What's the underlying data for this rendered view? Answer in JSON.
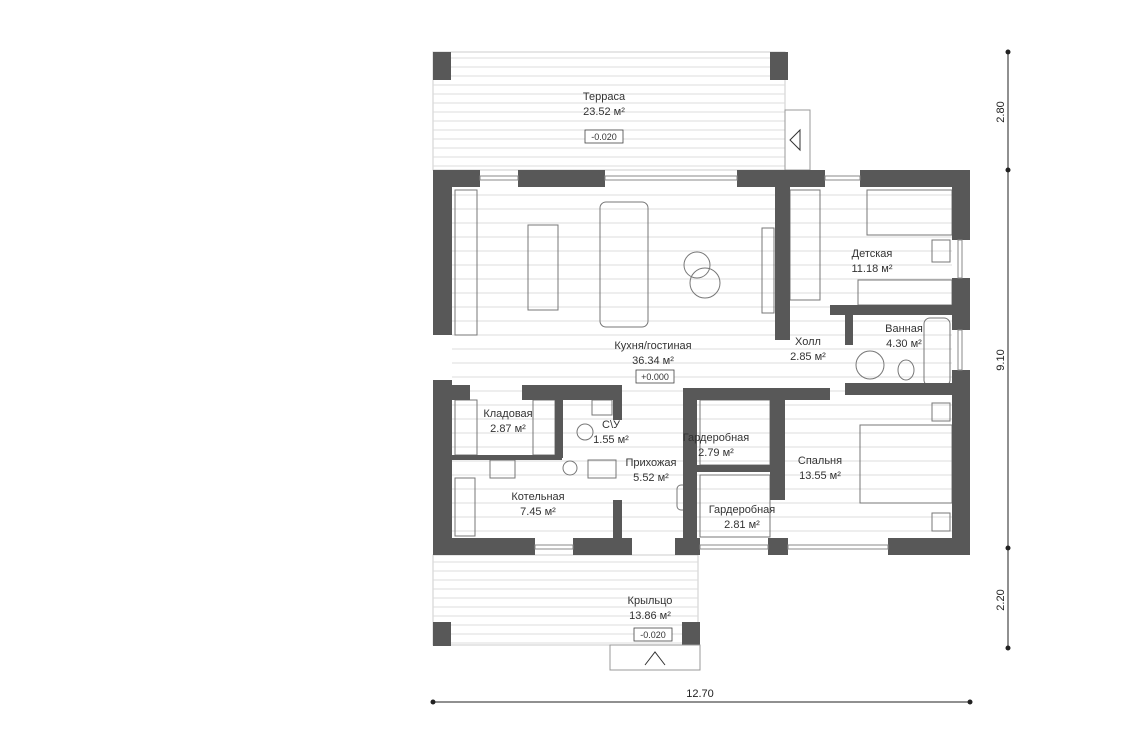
{
  "rooms": {
    "terrace": {
      "name": "Терраса",
      "area": "23.52 м²",
      "level": "-0.020"
    },
    "kitchen_living": {
      "name": "Кухня/гостиная",
      "area": "36.34 м²",
      "level": "+0.000"
    },
    "kids": {
      "name": "Детская",
      "area": "11.18 м²"
    },
    "hall": {
      "name": "Холл",
      "area": "2.85 м²"
    },
    "bathroom": {
      "name": "Ванная",
      "area": "4.30 м²"
    },
    "pantry": {
      "name": "Кладовая",
      "area": "2.87 м²"
    },
    "wc": {
      "name": "С\\У",
      "area": "1.55 м²"
    },
    "wardrobe1": {
      "name": "Гардеробная",
      "area": "2.79 м²"
    },
    "entrance": {
      "name": "Прихожая",
      "area": "5.52 м²"
    },
    "bedroom": {
      "name": "Спальня",
      "area": "13.55 м²"
    },
    "boiler": {
      "name": "Котельная",
      "area": "7.45 м²"
    },
    "wardrobe2": {
      "name": "Гардеробная",
      "area": "2.81 м²"
    },
    "porch": {
      "name": "Крыльцо",
      "area": "13.86 м²",
      "level": "-0.020"
    }
  },
  "dimensions": {
    "top": "2.80",
    "middle": "9.10",
    "bottom": "2.20",
    "width": "12.70"
  },
  "colors": {
    "wall": "#585858",
    "floor_lines": "#dddddd"
  }
}
